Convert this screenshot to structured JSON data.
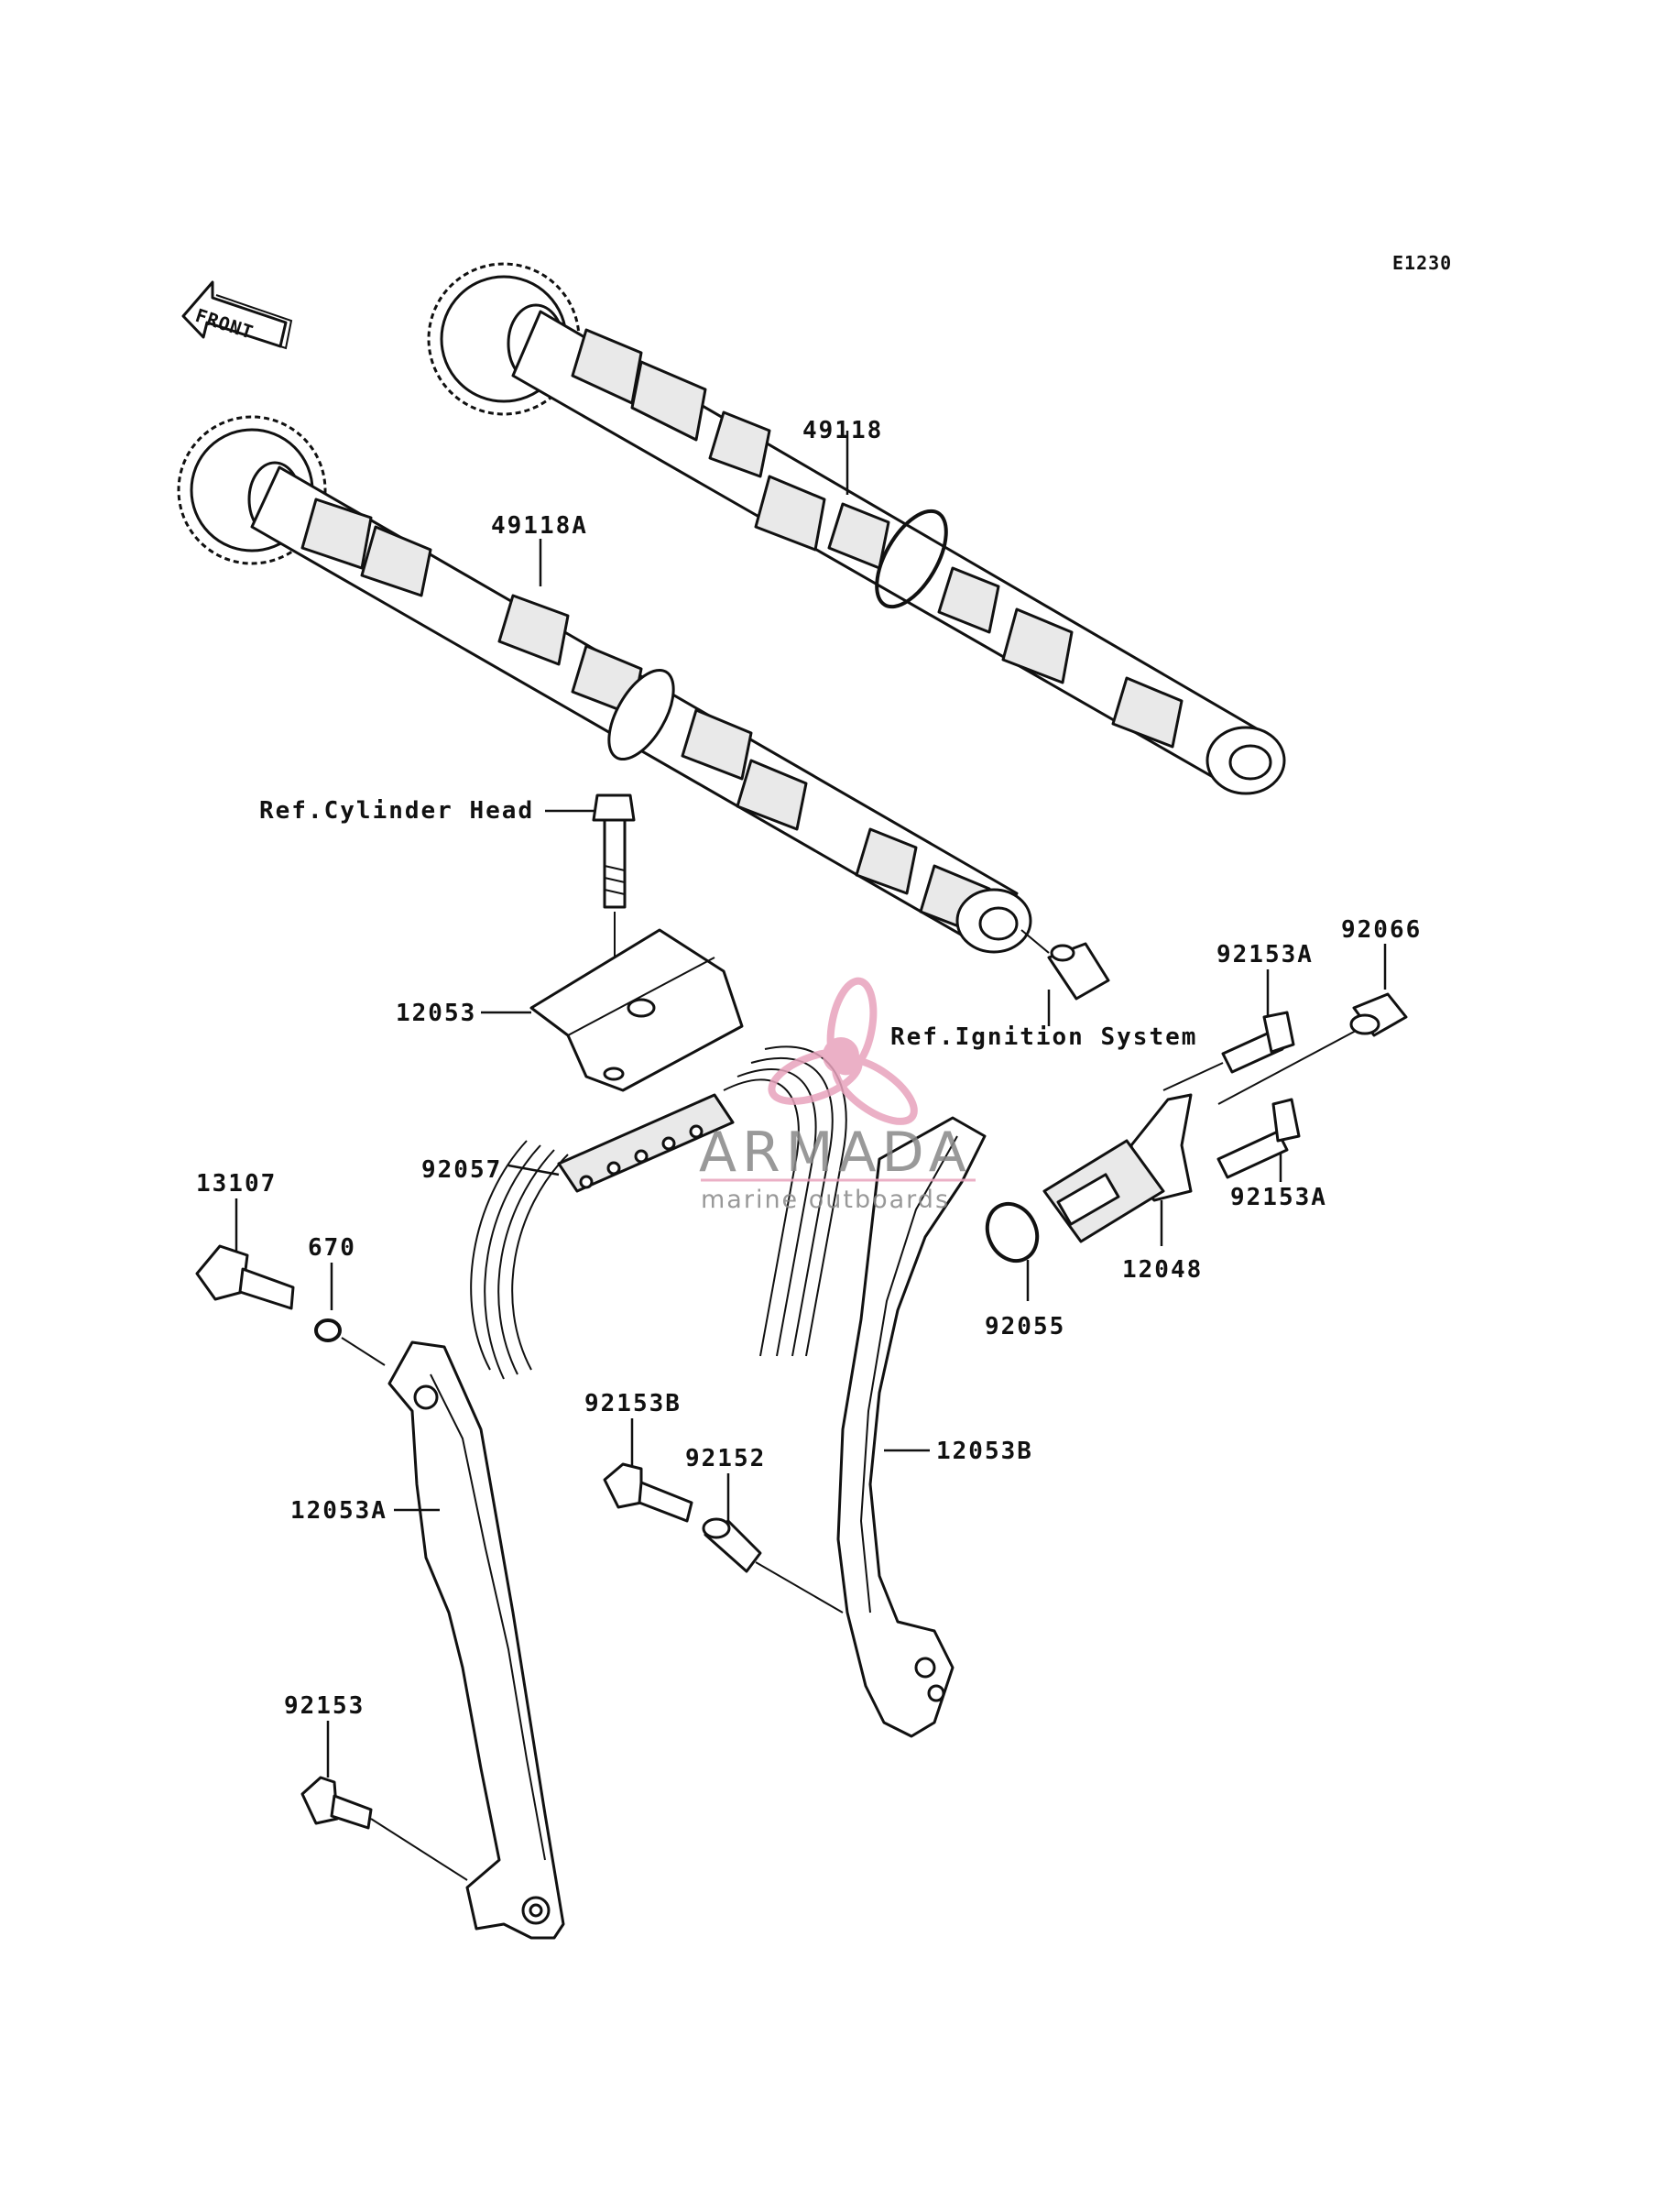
{
  "diagram_code": "E1230",
  "front_arrow_label": "FRONT",
  "labels": {
    "intake_camshaft": "49118",
    "exhaust_camshaft": "49118A",
    "ref_cylinder_head": "Ref.Cylinder Head",
    "camshaft_holder": "12053",
    "ref_ignition_system": "Ref.Ignition System",
    "tensioner_bolt_top": "92153A",
    "tensioner_cap": "92066",
    "tensioner_bolt_bottom": "92153A",
    "cam_chain_tensioner": "12048",
    "tensioner_o_ring": "92055",
    "timing_chain": "92057",
    "guide_bolt_large": "13107",
    "small_o_ring": "670",
    "chain_guide_a": "12053A",
    "guide_bolt_b": "92153B",
    "collar": "92152",
    "chain_guide_b": "12053B",
    "guide_bolt_small": "92153"
  },
  "watermark": {
    "brand": "ARMADA",
    "tagline": "marine outboards",
    "logo_color": "#e8a3bd"
  }
}
